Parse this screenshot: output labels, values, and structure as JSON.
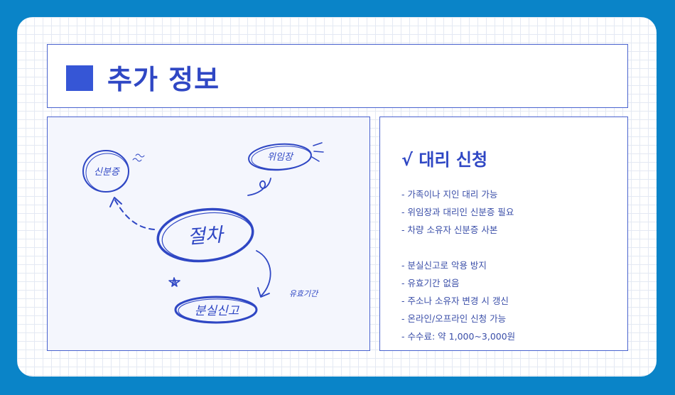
{
  "header": {
    "title": "추가 정보"
  },
  "mindmap": {
    "center": "절차",
    "node_id": "신분증",
    "node_proxy": "위임장",
    "node_loss": "분실신고",
    "note_validity": "유효기간"
  },
  "info": {
    "heading": "√ 대리 신청",
    "items_proxy": [
      "- 가족이나 지인 대리 가능",
      "- 위임장과 대리인 신분증 필요",
      "- 차량 소유자 신분증 사본"
    ],
    "items_loss": [
      "- 분실신고로 악용 방지",
      "- 유효기간 없음",
      "- 주소나 소유자 변경 시 갱신",
      "- 온라인/오프라인 신청 가능",
      "- 수수료: 약 1,000~3,000원"
    ]
  },
  "colors": {
    "accent": "#2f47c4",
    "background": "#0a84c8"
  }
}
